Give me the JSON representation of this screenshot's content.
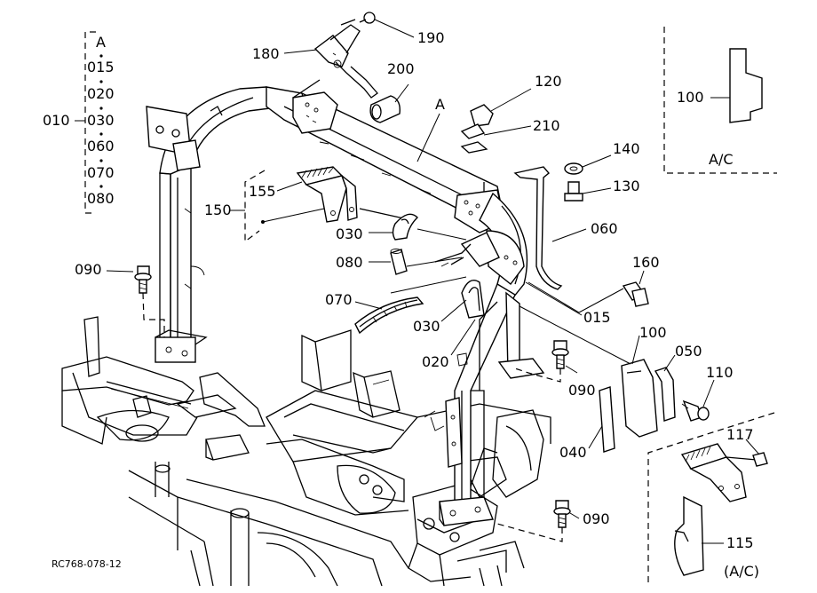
{
  "figure_code": "RC768-078-12",
  "group_list": {
    "title": "A",
    "items": [
      "015",
      "020",
      "030",
      "060",
      "070",
      "080"
    ],
    "group_ref": "010"
  },
  "callouts": {
    "p190": "190",
    "p180": "180",
    "p200": "200",
    "pA": "A",
    "p120": "120",
    "p210": "210",
    "p140": "140",
    "p130": "130",
    "p155": "155",
    "p150": "150",
    "p030a": "030",
    "p060": "060",
    "p080": "080",
    "p160": "160",
    "p090a": "090",
    "p070": "070",
    "p030b": "030",
    "p015": "015",
    "p020": "020",
    "p100": "100",
    "p050": "050",
    "p110": "110",
    "p090b": "090",
    "p040": "040",
    "p117": "117",
    "p090c": "090",
    "p115": "115"
  },
  "inset_top": {
    "part": "100",
    "variant": "A/C"
  },
  "inset_bottom": {
    "variant": "(A/C)"
  }
}
